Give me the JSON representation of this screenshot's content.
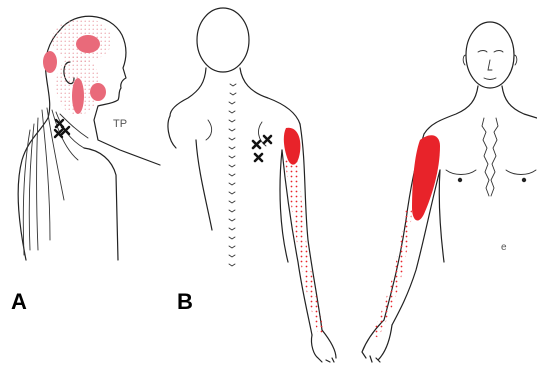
{
  "labels": {
    "panel_a": "A",
    "panel_b": "B",
    "trigger_point": "TP",
    "chest_mark": "e"
  },
  "colors": {
    "referred_pain": "#e8232a",
    "referred_pain_light": "#f2a0a8",
    "outline": "#222222",
    "trigger_mark": "#111111"
  }
}
